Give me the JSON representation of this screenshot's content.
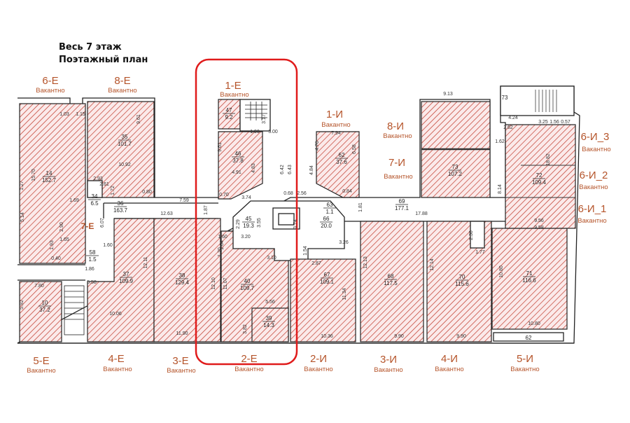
{
  "header": {
    "line1": "Весь 7 этаж",
    "line2": "Поэтажный план"
  },
  "colors": {
    "label": "#b5542a",
    "hatch": "#c0392b",
    "selection": "#e01b1b"
  },
  "units": [
    {
      "name": "6-E",
      "status": "Вакантно"
    },
    {
      "name": "8-E",
      "status": "Вакантно"
    },
    {
      "name": "1-E",
      "status": "Вакантно"
    },
    {
      "name": "1-И",
      "status": "Вакантно"
    },
    {
      "name": "8-И",
      "status": "Вакантно"
    },
    {
      "name": "7-И",
      "status": "Вакантно"
    },
    {
      "name": "6-И_3",
      "status": "Вакантно"
    },
    {
      "name": "6-И_2",
      "status": "Вакантно"
    },
    {
      "name": "6-И_1",
      "status": "Вакантно"
    },
    {
      "name": "5-E",
      "status": "Вакантно"
    },
    {
      "name": "4-E",
      "status": "Вакантно"
    },
    {
      "name": "3-E",
      "status": "Вакантно"
    },
    {
      "name": "2-E",
      "status": "Вакантно"
    },
    {
      "name": "2-И",
      "status": "Вакантно"
    },
    {
      "name": "3-И",
      "status": "Вакантно"
    },
    {
      "name": "4-И",
      "status": "Вакантно"
    },
    {
      "name": "5-И",
      "status": "Вакантно"
    },
    {
      "name": "7-E"
    }
  ],
  "rooms": [
    {
      "num": "14",
      "area": "152.7"
    },
    {
      "num": "35",
      "area": "101.7"
    },
    {
      "num": "34",
      "area": "6.5"
    },
    {
      "num": "36",
      "area": "163.7"
    },
    {
      "num": "47",
      "area": "9.2"
    },
    {
      "num": "46",
      "area": "37.8"
    },
    {
      "num": "62",
      "area": "37.6"
    },
    {
      "num": "63",
      "area": "1.1"
    },
    {
      "num": "45",
      "area": "19.3"
    },
    {
      "num": "66",
      "area": "20.0"
    },
    {
      "num": "69",
      "area": "177.1"
    },
    {
      "num": "73",
      "area": "107.2"
    },
    {
      "num": "72",
      "area": "109.4"
    },
    {
      "num": "10",
      "area": "37.2"
    },
    {
      "num": "37",
      "area": "109.9"
    },
    {
      "num": "38",
      "area": "129.4"
    },
    {
      "num": "40",
      "area": "109.7"
    },
    {
      "num": "39",
      "area": "14.3"
    },
    {
      "num": "67",
      "area": "109.1"
    },
    {
      "num": "68",
      "area": "117.5"
    },
    {
      "num": "70",
      "area": "115.6"
    },
    {
      "num": "71",
      "area": "116.6"
    },
    {
      "num": "58",
      "area": "1.5"
    },
    {
      "num": "73"
    },
    {
      "num": "62"
    }
  ],
  "dimensions": [
    "1.03",
    "1.15",
    "9.61",
    "10.92",
    "15.70",
    "1.27",
    "2.93",
    "2.61",
    "1.72",
    "0.80",
    "1.69",
    "7.59",
    "12.63",
    "1.87",
    "2.90",
    "1.65",
    "6.07",
    "1.60",
    "1.93",
    "0.40",
    "1.86",
    "7.80",
    "5.92",
    "5.58",
    "12.11",
    "10.06",
    "11.90",
    "12.10",
    "11.07",
    "5.56",
    "3.82",
    "1.90",
    "3.00",
    "9.61",
    "4.91",
    "4.83",
    "6.42",
    "6.43",
    "0.70",
    "3.74",
    "2.29",
    "3.55",
    "3.20",
    "1.64",
    "3.10",
    "0.68",
    "2.56",
    "7.94",
    "4.76",
    "6.58",
    "4.84",
    "0.84",
    "1.81",
    "3.74",
    "3.26",
    "1.54",
    "2.87",
    "11.34",
    "10.36",
    "12.13",
    "9.90",
    "17.88",
    "12.14",
    "9.90",
    "2.30",
    "1.77",
    "10.80",
    "10.80",
    "9.13",
    "4.24",
    "2.62",
    "1.62",
    "3.25",
    "1.56",
    "0.57",
    "8.14",
    "18.82",
    "9.56",
    "9.58",
    "5.14",
    "1.60",
    "1.20",
    "3.17"
  ]
}
